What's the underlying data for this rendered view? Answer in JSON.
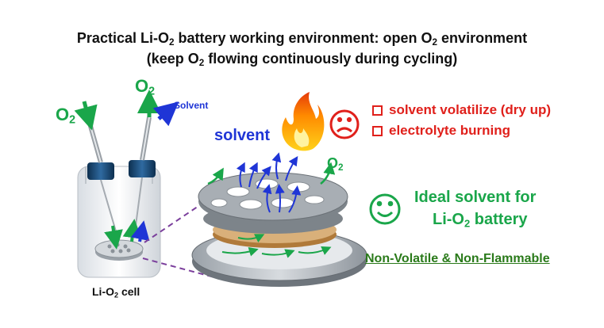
{
  "title": {
    "line1_pre": "Practical Li-O",
    "line1_sub": "2",
    "line1_post": " battery working environment: open O",
    "line1_sub2": "2",
    "line1_post2": " environment",
    "line2_pre": "(keep O",
    "line2_sub": "2",
    "line2_post": " flowing continuously during cycling)"
  },
  "cell": {
    "o2_in": "O",
    "o2_in_sub": "2",
    "o2_out": "O",
    "o2_out_sub": "2",
    "solvent_out": "Solvent",
    "cell_label_pre": "Li-O",
    "cell_label_sub": "2",
    "cell_label_post": " cell"
  },
  "stack": {
    "solvent_label": "solvent",
    "o2_label": "O",
    "o2_label_sub": "2"
  },
  "problems": {
    "item1": "solvent volatilize (dry up)",
    "item2": "electrolyte burning"
  },
  "ideal": {
    "line1": "Ideal solvent for",
    "line2_pre": "Li-O",
    "line2_sub": "2",
    "line2_post": " battery",
    "property": "Non-Volatile & Non-Flammable"
  },
  "colors": {
    "green": "#1aa64a",
    "blue": "#1f35d6",
    "red": "#e0201b",
    "dark_green": "#2a7a1a"
  }
}
